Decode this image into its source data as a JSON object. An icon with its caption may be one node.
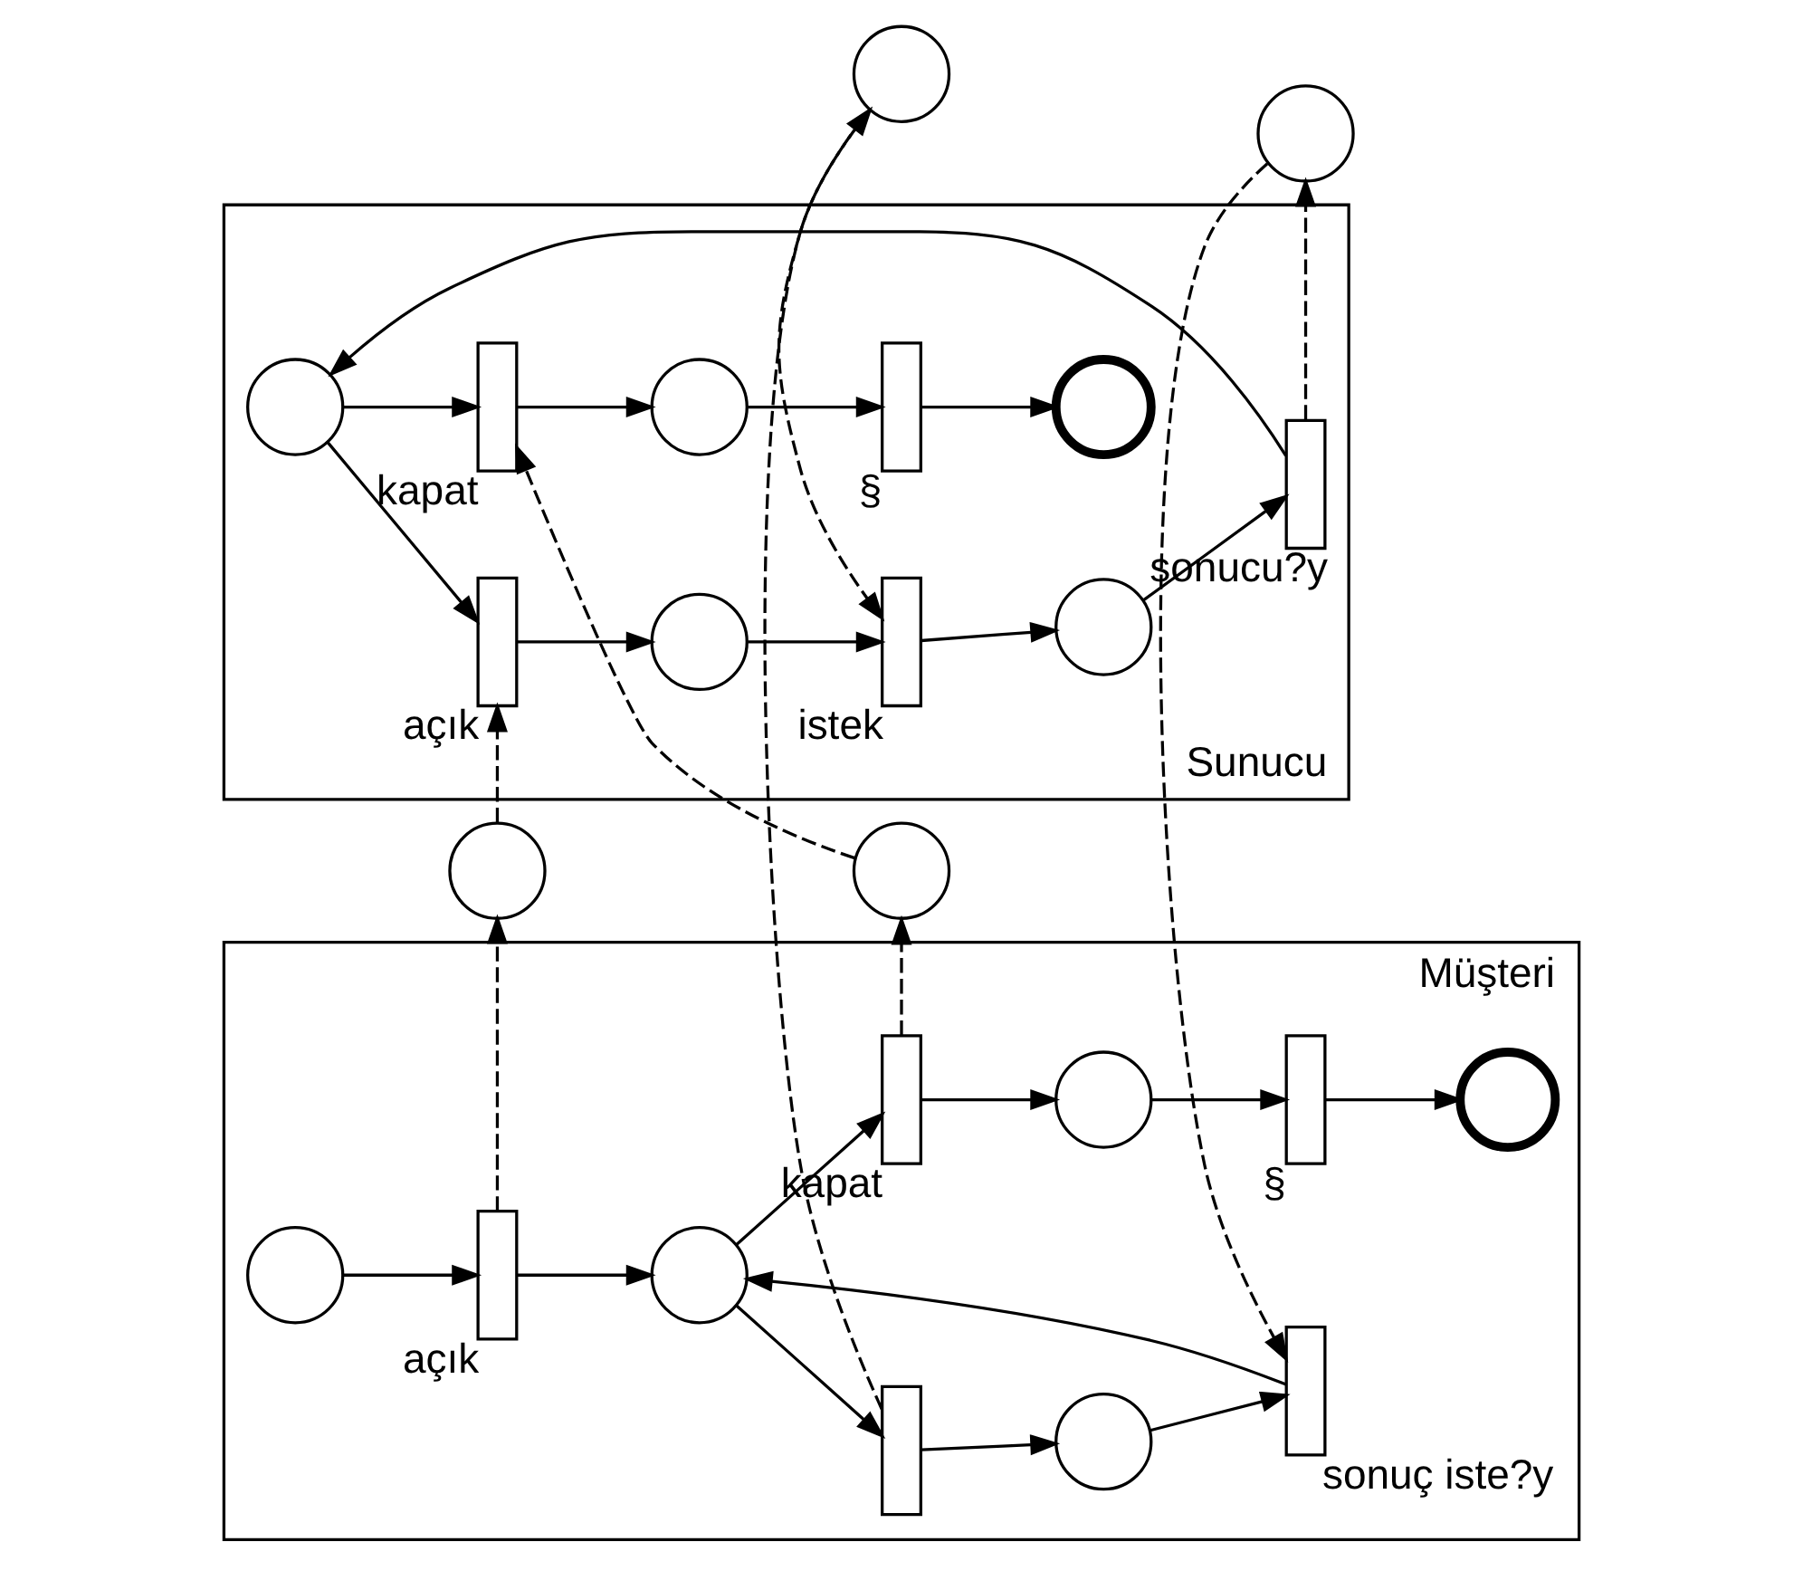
{
  "diagram": {
    "nodes": [
      {
        "text": [
          "Müşteri"
        ]
      },
      {
        "text": [],
        "shape": "circle",
        "in": 0
      },
      {
        "text": [],
        "shape": "bar",
        "in": 0,
        "beside": [
          "açık"
        ]
      },
      {
        "text": [],
        "shape": "circle",
        "in": 0
      },
      {
        "text": [],
        "shape": "bar",
        "in": 0
      },
      {
        "text": [],
        "shape": "circle",
        "in": 0
      },
      {
        "text": [],
        "shape": "bar",
        "in": 0,
        "beside": [
          "sonuç iste?y"
        ]
      },
      {
        "text": [],
        "shape": "bar",
        "in": 0,
        "beside": [
          "kapat"
        ]
      },
      {
        "text": [],
        "shape": "circle",
        "in": 0
      },
      {
        "text": [],
        "shape": "bar",
        "in": 0,
        "beside": [
          "§"
        ]
      },
      {
        "text": [],
        "shape": "circle",
        "in": 0
      },
      {
        "text": [],
        "shape": "circle"
      },
      {
        "text": [],
        "shape": "circle"
      },
      {
        "text": [],
        "shape": "circle"
      },
      {
        "text": [],
        "shape": "circle"
      },
      {
        "text": [
          "Sunucu"
        ]
      },
      {
        "text": [],
        "shape": "circle",
        "in": 15
      },
      {
        "text": [],
        "shape": "bar",
        "in": 15,
        "beside": [
          "açık"
        ]
      },
      {
        "text": [],
        "shape": "circle",
        "in": 15
      },
      {
        "text": [],
        "shape": "bar",
        "in": 15,
        "beside": [
          "istek"
        ]
      },
      {
        "text": [],
        "shape": "circle",
        "in": 15
      },
      {
        "text": [],
        "shape": "bar",
        "in": 15,
        "beside": [
          "sonucu?y"
        ]
      },
      {
        "text": [],
        "shape": "bar",
        "in": 15,
        "beside": [
          "kapat"
        ]
      },
      {
        "text": [],
        "shape": "circle",
        "in": 15
      },
      {
        "text": [],
        "shape": "bar",
        "in": 15,
        "beside": [
          "§"
        ]
      },
      {
        "text": [],
        "shape": "circle",
        "in": 15
      }
    ],
    "edges": [
      {
        "from": 1,
        "to": 2,
        "arrow": "to"
      },
      {
        "from": 2,
        "to": 3,
        "arrow": "to"
      },
      {
        "from": 3,
        "to": 4,
        "arrow": "to"
      },
      {
        "from": 4,
        "to": 5,
        "arrow": "to"
      },
      {
        "from": 5,
        "to": 6,
        "arrow": "to"
      },
      {
        "from": 6,
        "to": 3,
        "arrow": "to"
      },
      {
        "from": 3,
        "to": 7,
        "arrow": "to"
      },
      {
        "from": 7,
        "to": 8,
        "arrow": "to"
      },
      {
        "from": 8,
        "to": 9,
        "arrow": "to"
      },
      {
        "from": 9,
        "to": 10,
        "arrow": "to"
      },
      {
        "from": 2,
        "to": 11,
        "arrow": "to",
        "style": "dashed"
      },
      {
        "from": 7,
        "to": 12,
        "arrow": "to",
        "style": "dashed"
      },
      {
        "from": 4,
        "to": 13,
        "arrow": "to",
        "style": "dashed"
      },
      {
        "from": 14,
        "to": 6,
        "arrow": "to",
        "style": "dashed"
      },
      {
        "from": 16,
        "to": 17,
        "arrow": "to"
      },
      {
        "from": 17,
        "to": 18,
        "arrow": "to"
      },
      {
        "from": 18,
        "to": 19,
        "arrow": "to"
      },
      {
        "from": 19,
        "to": 20,
        "arrow": "to"
      },
      {
        "from": 20,
        "to": 21,
        "arrow": "to"
      },
      {
        "from": 21,
        "to": 16,
        "arrow": "to"
      },
      {
        "from": 16,
        "to": 22,
        "arrow": "to"
      },
      {
        "from": 22,
        "to": 23,
        "arrow": "to"
      },
      {
        "from": 23,
        "to": 24,
        "arrow": "to"
      },
      {
        "from": 24,
        "to": 25,
        "arrow": "to"
      },
      {
        "from": 11,
        "to": 17,
        "arrow": "to",
        "style": "dashed"
      },
      {
        "from": 12,
        "to": 22,
        "arrow": "to",
        "style": "dashed"
      },
      {
        "from": 13,
        "to": 19,
        "arrow": "to",
        "style": "dashed"
      },
      {
        "from": 21,
        "to": 14,
        "arrow": "to",
        "style": "dashed"
      }
    ]
  }
}
